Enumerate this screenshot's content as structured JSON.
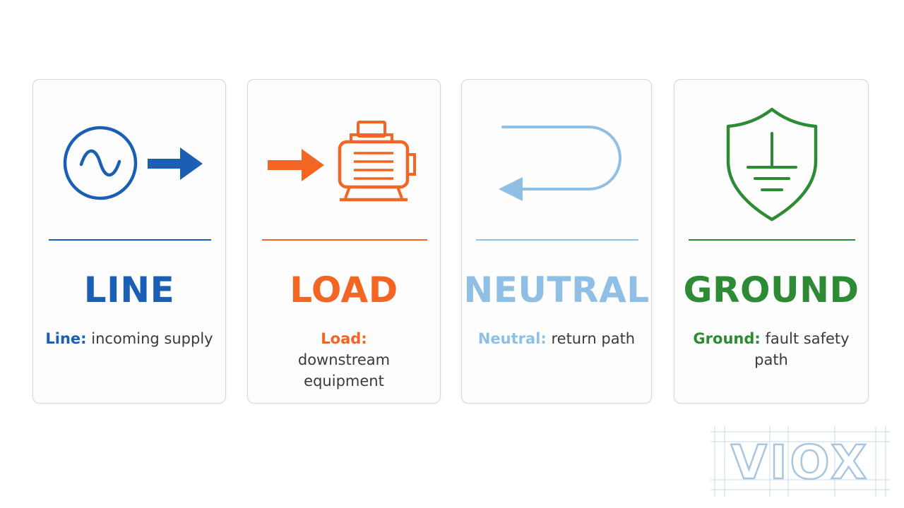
{
  "colors": {
    "line": "#1a5fb4",
    "load": "#f26522",
    "neutral": "#8fbfe4",
    "ground": "#2e8b35",
    "logo": "#a9c6e0"
  },
  "cards": [
    {
      "key": "line",
      "title": "LINE",
      "term": "Line:",
      "text": "incoming supply",
      "icon": "ac-source-arrow-icon"
    },
    {
      "key": "load",
      "title": "LOAD",
      "term": "Load:",
      "text": "downstream equipment",
      "icon": "motor-icon"
    },
    {
      "key": "neutral",
      "title": "NEUTRAL",
      "term": "Neutral:",
      "text": "return path",
      "icon": "return-arrow-icon"
    },
    {
      "key": "ground",
      "title": "GROUND",
      "term": "Ground:",
      "text": "fault safety path",
      "icon": "shield-ground-icon"
    }
  ],
  "logo": {
    "text": "VIOX"
  }
}
